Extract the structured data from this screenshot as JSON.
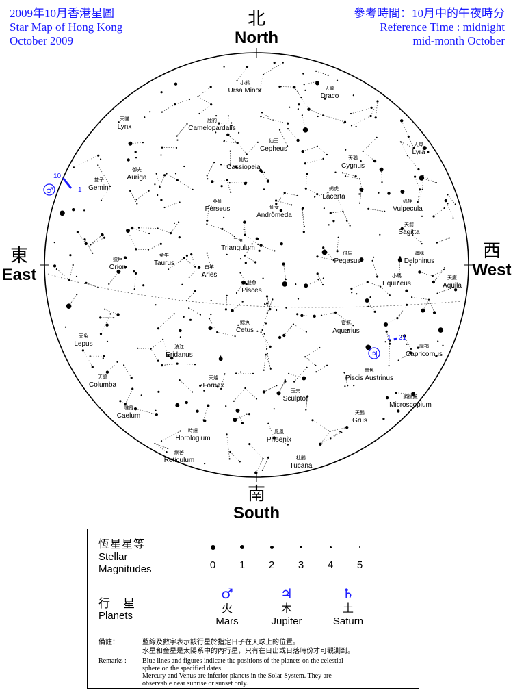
{
  "header_left": {
    "line1": "2009年10月香港星圖",
    "line2": "Star Map of Hong Kong",
    "line3": "October 2009"
  },
  "header_right": {
    "line1": "參考時間：10月中的午夜時分",
    "line2": "Reference Time : midnight",
    "line3": "mid-month October"
  },
  "directions": {
    "north": {
      "zh": "北",
      "en": "North"
    },
    "south": {
      "zh": "南",
      "en": "South"
    },
    "east": {
      "zh": "東",
      "en": "East"
    },
    "west": {
      "zh": "西",
      "en": "West"
    }
  },
  "constellations": [
    {
      "zh": "小熊",
      "en": "Ursa Minor"
    },
    {
      "zh": "天龍",
      "en": "Draco"
    },
    {
      "zh": "天貓",
      "en": "Lynx"
    },
    {
      "zh": "鹿豹",
      "en": "Camelopardalis"
    },
    {
      "zh": "仙王",
      "en": "Cepheus"
    },
    {
      "zh": "天琴",
      "en": "Lyra"
    },
    {
      "zh": "御夫",
      "en": "Auriga"
    },
    {
      "zh": "仙后",
      "en": "Cassiopeia"
    },
    {
      "zh": "天鵝",
      "en": "Cygnus"
    },
    {
      "zh": "雙子",
      "en": "Gemini"
    },
    {
      "zh": "英仙",
      "en": "Perseus"
    },
    {
      "zh": "蝎虎",
      "en": "Lacerta"
    },
    {
      "zh": "狐狸",
      "en": "Vulpecula"
    },
    {
      "zh": "仙女",
      "en": "Andromeda"
    },
    {
      "zh": "天箭",
      "en": "Sagitta"
    },
    {
      "zh": "三角",
      "en": "Triangulum"
    },
    {
      "zh": "獵戶",
      "en": "Orion"
    },
    {
      "zh": "金牛",
      "en": "Taurus"
    },
    {
      "zh": "飛馬",
      "en": "Pegasus"
    },
    {
      "zh": "海豚",
      "en": "Delphinus"
    },
    {
      "zh": "白羊",
      "en": "Aries"
    },
    {
      "zh": "小馬",
      "en": "Equuleus"
    },
    {
      "zh": "天鷹",
      "en": "Aquila"
    },
    {
      "zh": "雙魚",
      "en": "Pisces"
    },
    {
      "zh": "鯨魚",
      "en": "Cetus"
    },
    {
      "zh": "寶瓶",
      "en": "Aquarius"
    },
    {
      "zh": "天兔",
      "en": "Lepus"
    },
    {
      "zh": "波江",
      "en": "Eridanus"
    },
    {
      "zh": "摩羯",
      "en": "Capricornus"
    },
    {
      "zh": "南魚",
      "en": "Piscis Austrinus"
    },
    {
      "zh": "天鴿",
      "en": "Columba"
    },
    {
      "zh": "天爐",
      "en": "Fornax"
    },
    {
      "zh": "玉夫",
      "en": "Sculptor"
    },
    {
      "zh": "顯微鏡",
      "en": "Microscopium"
    },
    {
      "zh": "雕具",
      "en": "Caelum"
    },
    {
      "zh": "天鶴",
      "en": "Grus"
    },
    {
      "zh": "時鐘",
      "en": "Horologium"
    },
    {
      "zh": "鳳凰",
      "en": "Phoenix"
    },
    {
      "zh": "網罟",
      "en": "Reticulum"
    },
    {
      "zh": "杜鵑",
      "en": "Tucana"
    }
  ],
  "planet_marks": {
    "mars": {
      "symbol": "♂",
      "start": "10",
      "end": "1"
    },
    "jupiter": {
      "symbol": "♃",
      "start": "1",
      "end": "31"
    }
  },
  "legend": {
    "magnitudes": {
      "zh": "恆星星等",
      "en1": "Stellar",
      "en2": "Magnitudes",
      "values": [
        "0",
        "1",
        "2",
        "3",
        "4",
        "5"
      ]
    },
    "planets": {
      "zh": "行　星",
      "en": "Planets",
      "items": [
        {
          "symbol": "♂",
          "zh": "火",
          "en": "Mars"
        },
        {
          "symbol": "♃",
          "zh": "木",
          "en": "Jupiter"
        },
        {
          "symbol": "♄",
          "zh": "土",
          "en": "Saturn"
        }
      ]
    },
    "remarks": {
      "zh_label": "備註：",
      "zh_line1": "藍線及數字表示該行星於指定日子在天球上的位置。",
      "zh_line2": "水星和金星是太陽系中的內行星，只有在日出或日落時份才可觀測到。",
      "en_label": "Remarks :",
      "en_line1": "Blue lines and figures indicate the positions of the planets on the celestial",
      "en_line2": "sphere on the specified dates.",
      "en_line3": "Mercury and Venus are inferior planets in the Solar System.  They are",
      "en_line4": "observable near sunrise or sunset only."
    }
  }
}
